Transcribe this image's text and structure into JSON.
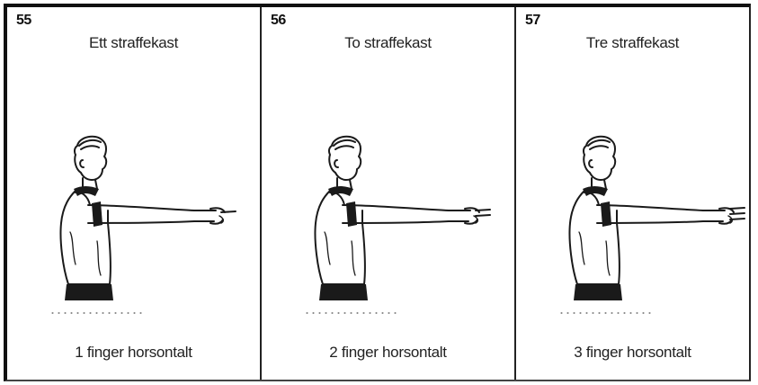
{
  "panels": [
    {
      "number": "55",
      "title": "Ett straffekast",
      "caption": "1 finger horsontalt",
      "fingers": 1
    },
    {
      "number": "56",
      "title": "To straffekast",
      "caption": "2 finger horsontalt",
      "fingers": 2
    },
    {
      "number": "57",
      "title": "Tre straffekast",
      "caption": "3 finger horsontalt",
      "fingers": 3
    }
  ]
}
